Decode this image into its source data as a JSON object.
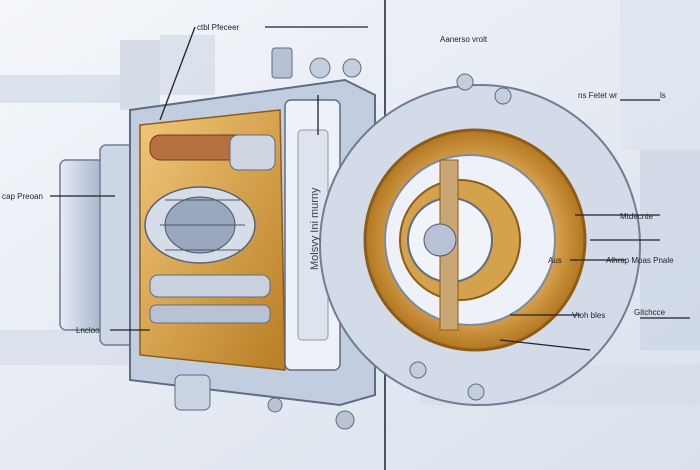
{
  "labels": {
    "top_center": "ctbl Pfeceer",
    "top_right": "Aanerso vrolt",
    "right_upper": "ns Fetet wr",
    "right_upper_num": "ls",
    "left_mid": "cap Preoan",
    "left_bottom": "Lncloo",
    "right_mid_small": "Mtdecnte",
    "right_mid_a": "Aus",
    "right_mid_b": "Alhrap Moas Pnale",
    "bottom_mid": "Vtoh bles",
    "bottom_right": "Gitchcce",
    "housing_text": "Molsvy Ini murny"
  },
  "colors": {
    "metal": "#c8d3e3",
    "metal_dark": "#7c8aa3",
    "amber": "#d6a247",
    "amber_dark": "#a9731f",
    "background": "#e9eef5"
  }
}
